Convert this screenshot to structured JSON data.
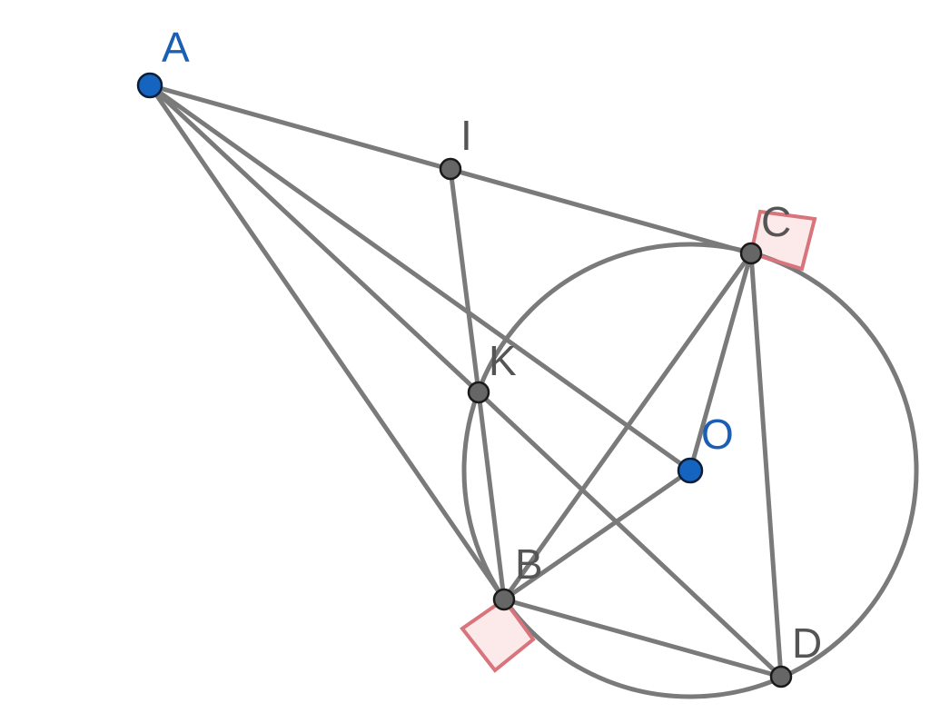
{
  "figure": {
    "points": {
      "A": {
        "label": "A",
        "color": "#1565c0",
        "kind": "free"
      },
      "I": {
        "label": "I",
        "color": "#666666",
        "kind": "dependent"
      },
      "C": {
        "label": "C",
        "color": "#666666",
        "kind": "dependent"
      },
      "K": {
        "label": "K",
        "color": "#666666",
        "kind": "dependent"
      },
      "O": {
        "label": "O",
        "color": "#1565c0",
        "kind": "free"
      },
      "B": {
        "label": "B",
        "color": "#666666",
        "kind": "dependent"
      },
      "D": {
        "label": "D",
        "color": "#666666",
        "kind": "dependent"
      }
    },
    "segments": [
      [
        "A",
        "C"
      ],
      [
        "A",
        "K"
      ],
      [
        "A",
        "O"
      ],
      [
        "A",
        "B"
      ],
      [
        "I",
        "K"
      ],
      [
        "K",
        "B"
      ],
      [
        "K",
        "D"
      ],
      [
        "B",
        "C"
      ],
      [
        "B",
        "O"
      ],
      [
        "B",
        "D"
      ],
      [
        "C",
        "O"
      ],
      [
        "C",
        "D"
      ]
    ],
    "circle": {
      "center": "O",
      "through": [
        "B",
        "C",
        "D"
      ]
    },
    "right_angle_marks": [
      "C",
      "B"
    ],
    "colors": {
      "line": "#7a7a7a",
      "right_angle": "#d9747c",
      "free_point": "#1565c0",
      "dependent_point": "#666666"
    }
  }
}
